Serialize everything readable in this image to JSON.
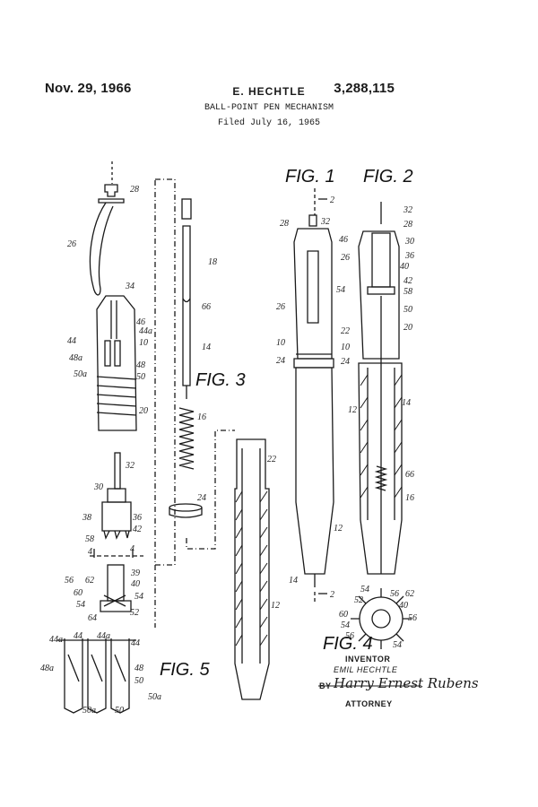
{
  "header": {
    "date": "Nov. 29, 1966",
    "inventor_name": "E. HECHTLE",
    "patent_number": "3,288,115",
    "title": "BALL-POINT PEN MECHANISM",
    "filed": "Filed July 16, 1965"
  },
  "figures": {
    "fig1": "FIG. 1",
    "fig2": "FIG. 2",
    "fig3": "FIG. 3",
    "fig4": "FIG. 4",
    "fig5": "FIG. 5"
  },
  "labels": {
    "l28": "28",
    "l26": "26",
    "l34": "34",
    "l46": "46",
    "l44a": "44a",
    "l44": "44",
    "l10": "10",
    "l48a": "48a",
    "l48": "48",
    "l50a": "50a",
    "l50": "50",
    "l20": "20",
    "l18": "18",
    "l66": "66",
    "l14": "14",
    "l16": "16",
    "l24": "24",
    "l22": "22",
    "l12": "12",
    "l32": "32",
    "l30": "30",
    "l38": "38",
    "l36": "36",
    "l42": "42",
    "l58": "58",
    "l4": "4",
    "l39": "39",
    "l56": "56",
    "l62": "62",
    "l60": "60",
    "l40": "40",
    "l54": "54",
    "l64": "64",
    "l52": "52",
    "l2": "2"
  },
  "footer": {
    "inventor_caption": "INVENTOR",
    "inventor_full": "EMIL HECHTLE",
    "by": "BY",
    "signature": "Harry Ernest Rubens",
    "attorney": "ATTORNEY"
  }
}
